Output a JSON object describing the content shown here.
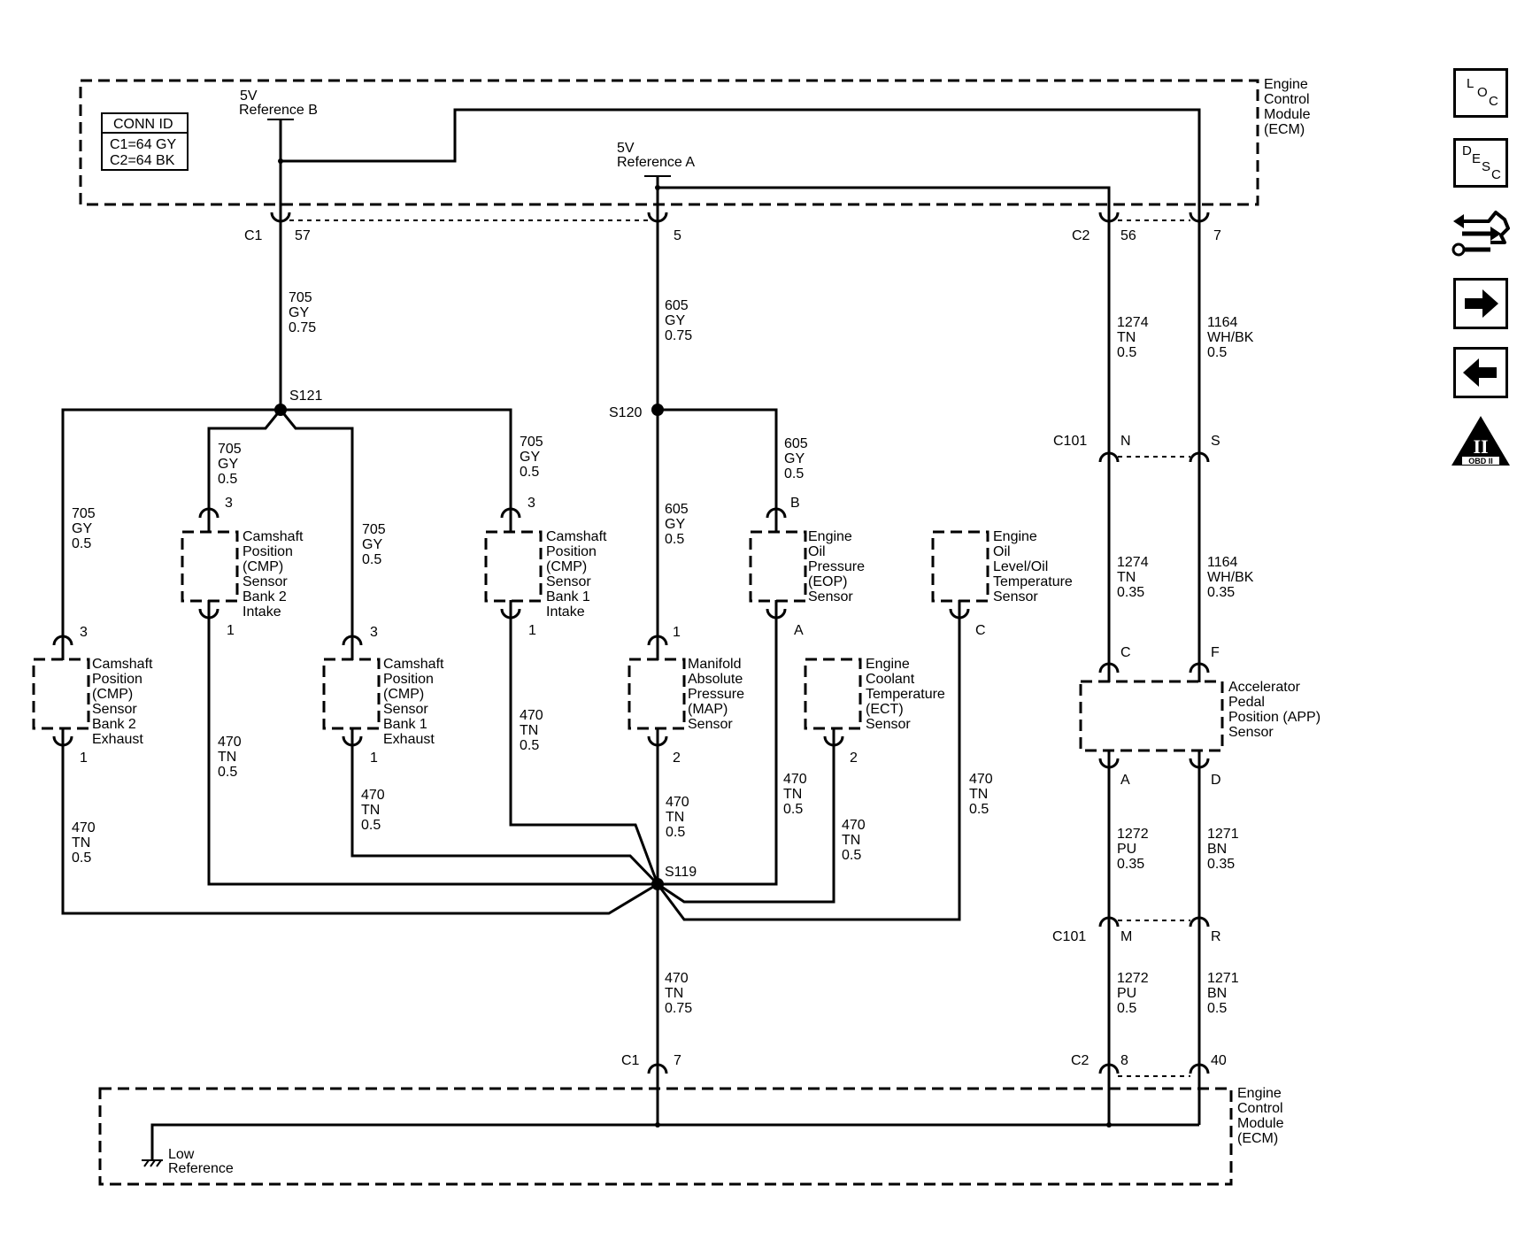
{
  "ecm_top": {
    "title": [
      "Engine",
      "Control",
      "Module",
      "(ECM)"
    ]
  },
  "ecm_bottom": {
    "title": [
      "Engine",
      "Control",
      "Module",
      "(ECM)"
    ],
    "low_reference": [
      "Low",
      "Reference"
    ]
  },
  "conn_id": {
    "header": "CONN ID",
    "lines": [
      "C1=64 GY",
      "C2=64 BK"
    ]
  },
  "refs": {
    "ref_b": [
      "5V",
      "Reference B"
    ],
    "ref_a": [
      "5V",
      "Reference A"
    ]
  },
  "connectors": {
    "c1_top": "C1",
    "c1_top_pin": "57",
    "c1_top_pin5": "5",
    "c2_top": "C2",
    "c2_top_pin56": "56",
    "c2_top_pin7": "7",
    "c101_upper": "C101",
    "c101_upper_n": "N",
    "c101_upper_s": "S",
    "c101_lower": "C101",
    "c101_lower_m": "M",
    "c101_lower_r": "R",
    "c1_bottom": "C1",
    "c1_bottom_pin": "7",
    "c2_bottom": "C2",
    "c2_bottom_pin8": "8",
    "c2_bottom_pin40": "40"
  },
  "splices": {
    "s121": "S121",
    "s120": "S120",
    "s119": "S119"
  },
  "wires": {
    "w705_main": [
      "705",
      "GY",
      "0.75"
    ],
    "w705_bank2_exh": [
      "705",
      "GY",
      "0.5"
    ],
    "w705_bank2_int": [
      "705",
      "GY",
      "0.5"
    ],
    "w705_bank1_exh": [
      "705",
      "GY",
      "0.5"
    ],
    "w705_bank1_int": [
      "705",
      "GY",
      "0.5"
    ],
    "w605_main": [
      "605",
      "GY",
      "0.75"
    ],
    "w605_map": [
      "605",
      "GY",
      "0.5"
    ],
    "w605_eop": [
      "605",
      "GY",
      "0.5"
    ],
    "w1274_upper": [
      "1274",
      "TN",
      "0.5"
    ],
    "w1274_lower": [
      "1274",
      "TN",
      "0.35"
    ],
    "w1164_upper": [
      "1164",
      "WH/BK",
      "0.5"
    ],
    "w1164_lower": [
      "1164",
      "WH/BK",
      "0.35"
    ],
    "w470_bank2_exh": [
      "470",
      "TN",
      "0.5"
    ],
    "w470_bank2_int": [
      "470",
      "TN",
      "0.5"
    ],
    "w470_bank1_exh": [
      "470",
      "TN",
      "0.5"
    ],
    "w470_bank1_int": [
      "470",
      "TN",
      "0.5"
    ],
    "w470_map": [
      "470",
      "TN",
      "0.5"
    ],
    "w470_eop": [
      "470",
      "TN",
      "0.5"
    ],
    "w470_ect": [
      "470",
      "TN",
      "0.5"
    ],
    "w470_oil": [
      "470",
      "TN",
      "0.5"
    ],
    "w470_main": [
      "470",
      "TN",
      "0.75"
    ],
    "w1272_upper": [
      "1272",
      "PU",
      "0.35"
    ],
    "w1272_lower": [
      "1272",
      "PU",
      "0.5"
    ],
    "w1271_upper": [
      "1271",
      "BN",
      "0.35"
    ],
    "w1271_lower": [
      "1271",
      "BN",
      "0.5"
    ]
  },
  "sensors": {
    "cmp_b2_exh": [
      "Camshaft",
      "Position",
      "(CMP)",
      "Sensor",
      "Bank 2",
      "Exhaust"
    ],
    "cmp_b2_int": [
      "Camshaft",
      "Position",
      "(CMP)",
      "Sensor",
      "Bank 2",
      "Intake"
    ],
    "cmp_b1_exh": [
      "Camshaft",
      "Position",
      "(CMP)",
      "Sensor",
      "Bank 1",
      "Exhaust"
    ],
    "cmp_b1_int": [
      "Camshaft",
      "Position",
      "(CMP)",
      "Sensor",
      "Bank 1",
      "Intake"
    ],
    "map": [
      "Manifold",
      "Absolute",
      "Pressure",
      "(MAP)",
      "Sensor"
    ],
    "eop": [
      "Engine",
      "Oil",
      "Pressure",
      "(EOP)",
      "Sensor"
    ],
    "ect": [
      "Engine",
      "Coolant",
      "Temperature",
      "(ECT)",
      "Sensor"
    ],
    "oil_level": [
      "Engine",
      "Oil",
      "Level/Oil",
      "Temperature",
      "Sensor"
    ],
    "app": [
      "Accelerator",
      "Pedal",
      "Position (APP)",
      "Sensor"
    ]
  },
  "pins": {
    "b2_exh_top": "3",
    "b2_exh_bot": "1",
    "b2_int_top": "3",
    "b2_int_bot": "1",
    "b1_exh_top": "3",
    "b1_exh_bot": "1",
    "b1_int_top": "3",
    "b1_int_bot": "1",
    "map_top": "1",
    "map_bot": "2",
    "eop_top": "B",
    "eop_bot": "A",
    "ect_bot": "2",
    "oil_bot": "C",
    "app_c": "C",
    "app_f": "F",
    "app_a": "A",
    "app_d": "D"
  },
  "nav": {
    "loc": [
      "L",
      "O",
      "C"
    ],
    "desc": [
      "D",
      "E",
      "S",
      "C"
    ],
    "obd": "OBD II",
    "obd_numeral": "II"
  }
}
